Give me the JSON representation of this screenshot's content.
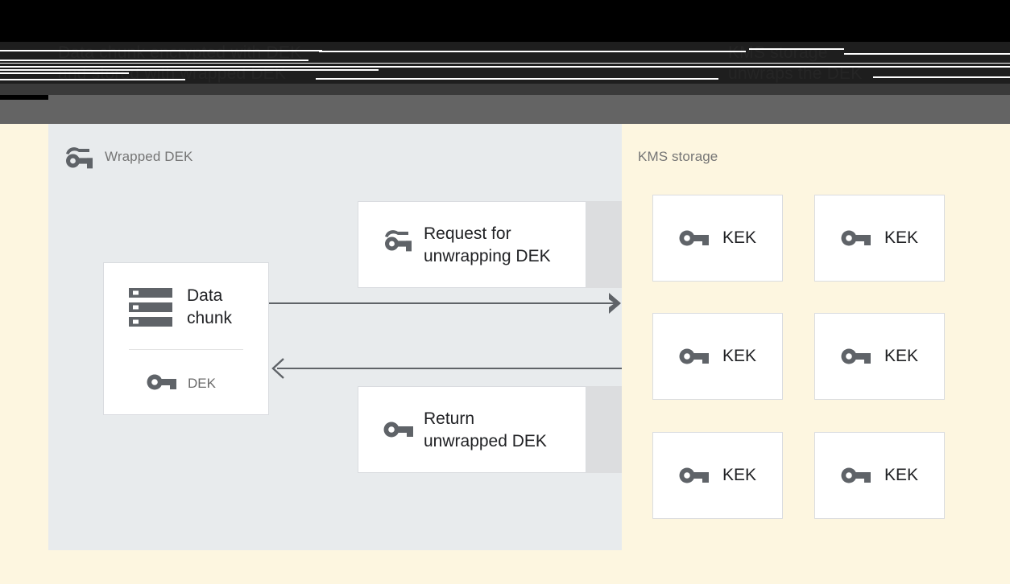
{
  "diagram": {
    "title_caption_left": "Data chunk encrypted with DEK\nand stored with wrapped DEK",
    "title_caption_right": "KMS storage\nunwraps the DEK",
    "left_panel": {
      "label": "Wrapped DEK",
      "label_icon": "wrapped-key-icon",
      "background_color": "#e8ebed",
      "data_card": {
        "icon": "data-chunk-icon",
        "title": "Data\nchunk",
        "key_icon": "key-icon",
        "key_label": "DEK"
      },
      "messages": [
        {
          "icon": "wrapped-key-icon",
          "text": "Request for\nunwrapping DEK",
          "direction": "right"
        },
        {
          "icon": "key-icon",
          "text": "Return\nunwrapped DEK",
          "direction": "left"
        }
      ]
    },
    "right_panel": {
      "label": "KMS storage",
      "background_color": "#fdf6e0",
      "keys": [
        {
          "icon": "key-icon",
          "label": "KEK"
        },
        {
          "icon": "key-icon",
          "label": "KEK"
        },
        {
          "icon": "key-icon",
          "label": "KEK"
        },
        {
          "icon": "key-icon",
          "label": "KEK"
        },
        {
          "icon": "key-icon",
          "label": "KEK"
        },
        {
          "icon": "key-icon",
          "label": "KEK"
        }
      ]
    },
    "colors": {
      "left_panel": "#e8ebed",
      "right_panel": "#fdf6e0",
      "card": "#ffffff",
      "card_border": "#dadce0",
      "icon": "#5f6368",
      "text": "#202124",
      "muted_text": "#757575",
      "arrow": "#5f6368",
      "header_bar": "#646464"
    }
  }
}
